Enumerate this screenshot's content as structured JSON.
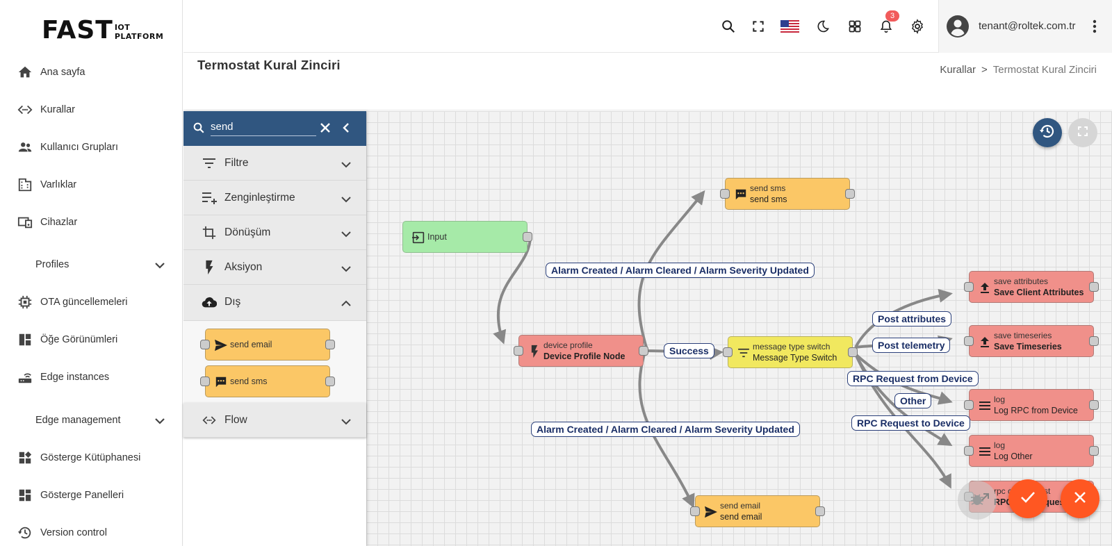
{
  "brand": {
    "logo_main": "FAST",
    "logo_sub": "IOT PLATFORM"
  },
  "sidebar": {
    "items": [
      {
        "label": "Ana sayfa",
        "icon": "home-icon"
      },
      {
        "label": "Kurallar",
        "icon": "code-icon"
      },
      {
        "label": "Kullanıcı Grupları",
        "icon": "people-icon"
      },
      {
        "label": "Varlıklar",
        "icon": "building-icon"
      },
      {
        "label": "Cihazlar",
        "icon": "devices-icon"
      },
      {
        "label": "Profiles",
        "icon": "",
        "group": true
      },
      {
        "label": "OTA güncellemeleri",
        "icon": "chip-icon"
      },
      {
        "label": "Öğe Görünümleri",
        "icon": "widgets-icon"
      },
      {
        "label": "Edge instances",
        "icon": "router-icon"
      },
      {
        "label": "Edge management",
        "icon": "",
        "group": true
      },
      {
        "label": "Gösterge Kütüphanesi",
        "icon": "library-icon"
      },
      {
        "label": "Gösterge Panelleri",
        "icon": "dashboard-icon"
      },
      {
        "label": "Version control",
        "icon": "history-icon"
      }
    ]
  },
  "header": {
    "user_email": "tenant@roltek.com.tr",
    "notification_count": "3"
  },
  "page": {
    "title": "Termostat Kural Zinciri",
    "breadcrumb": [
      "Kurallar",
      ">",
      "Termostat Kural Zinciri"
    ]
  },
  "library": {
    "search_value": "send",
    "categories": [
      {
        "label": "Filtre",
        "icon": "filter-icon",
        "open": false
      },
      {
        "label": "Zenginleştirme",
        "icon": "playlist-add-icon",
        "open": false
      },
      {
        "label": "Dönüşüm",
        "icon": "crop-icon",
        "open": false
      },
      {
        "label": "Aksiyon",
        "icon": "flash-icon",
        "open": false
      },
      {
        "label": "Dış",
        "icon": "cloud-upload-icon",
        "open": true
      },
      {
        "label": "Flow",
        "icon": "code-icon",
        "open": false
      }
    ],
    "nodes": [
      {
        "label": "send email",
        "icon": "send-icon"
      },
      {
        "label": "send sms",
        "icon": "sms-icon"
      }
    ]
  },
  "rulechain": {
    "nodes": [
      {
        "id": "input",
        "type_label": "",
        "name": "Input",
        "icon": "input-icon",
        "color": "#a6eaa8"
      },
      {
        "id": "devprofile",
        "type_label": "device profile",
        "name": "Device Profile Node",
        "icon": "flash-icon",
        "color": "#f0908a"
      },
      {
        "id": "msgswitch",
        "type_label": "message type switch",
        "name": "Message Type Switch",
        "icon": "filter-icon",
        "color": "#f1e85f"
      },
      {
        "id": "sendsms",
        "type_label": "send sms",
        "name": "send sms",
        "icon": "sms-icon",
        "color": "#fbc766"
      },
      {
        "id": "sendemail",
        "type_label": "send email",
        "name": "send email",
        "icon": "send-icon",
        "color": "#fbc766"
      },
      {
        "id": "saveattr",
        "type_label": "save attributes",
        "name": "Save Client Attributes",
        "icon": "upload-icon",
        "color": "#f0908a"
      },
      {
        "id": "savets",
        "type_label": "save timeseries",
        "name": "Save Timeseries",
        "icon": "upload-icon",
        "color": "#f0908a"
      },
      {
        "id": "logrpc",
        "type_label": "log",
        "name": "Log RPC from Device",
        "icon": "menu-icon",
        "color": "#f0908a"
      },
      {
        "id": "logother",
        "type_label": "log",
        "name": "Log Other",
        "icon": "menu-icon",
        "color": "#f0908a"
      },
      {
        "id": "rpccall",
        "type_label": "rpc call request",
        "name": "RPC Call Request",
        "icon": "call-made-icon",
        "color": "#f0908a"
      }
    ],
    "edge_labels": [
      "Alarm Created / Alarm Cleared / Alarm Severity Updated",
      "Success",
      "Alarm Created / Alarm Cleared / Alarm Severity Updated",
      "Post attributes",
      "Post telemetry",
      "RPC Request from Device",
      "Other",
      "RPC Request to Device"
    ]
  },
  "colors": {
    "accent": "#305680",
    "fab": "#ff5722",
    "edge": "#888888",
    "label_border": "#2a3f7a"
  }
}
